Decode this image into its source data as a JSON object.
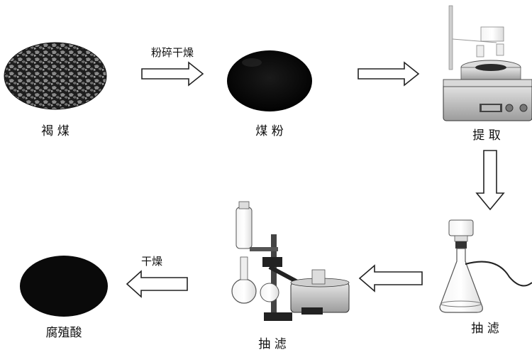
{
  "steps": {
    "lignite": "褐 煤",
    "coal_powder": "煤 粉",
    "extraction": "提 取",
    "suction_filtration_right": "抽 滤",
    "suction_filtration_center": "抽 滤",
    "humic_acid": "腐殖酸"
  },
  "arrows": {
    "crush_dry": "粉碎干燥",
    "dry": "干燥"
  }
}
